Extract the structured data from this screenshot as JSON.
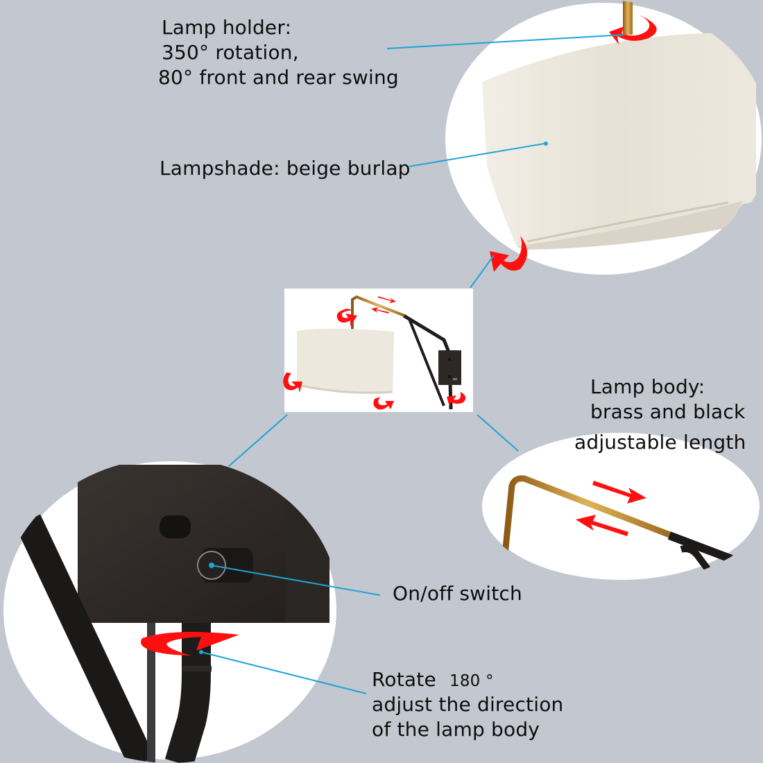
{
  "colors": {
    "background": "#c3c7cf",
    "leader_line": "#1fa3d8",
    "arrow_red": "#ff1010",
    "brass": "#c9962f",
    "black_metal": "#1f1c1b",
    "shade": "#ece8dd",
    "circle_fill": "#ffffff"
  },
  "callouts": {
    "lamp_holder": {
      "title": "Lamp holder:",
      "line1": "350° rotation,",
      "line2": "80° front and rear swing"
    },
    "lampshade": {
      "text": "Lampshade: beige burlap"
    },
    "lamp_body": {
      "title": "Lamp body:",
      "line1": "brass and black",
      "line2": "adjustable length"
    },
    "switch": {
      "text": "On/off switch"
    },
    "rotate": {
      "word": "Rotate",
      "degrees": "180 °",
      "line1": "adjust the direction",
      "line2": "of the lamp body"
    }
  },
  "icons": {
    "rotation_arrow": "red-curved-rotation-arrow",
    "slide_arrow": "red-straight-slide-arrow",
    "pointer_dot": "blue-pointer-dot"
  }
}
